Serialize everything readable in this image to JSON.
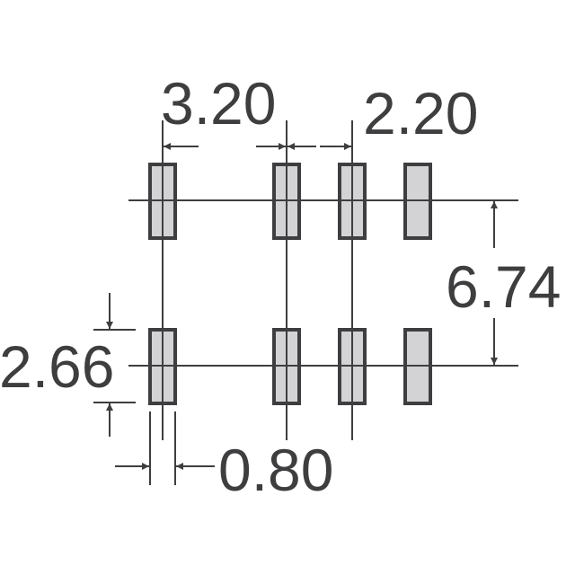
{
  "dimensions": {
    "pitch_wide": "3.20",
    "pitch_narrow": "2.20",
    "row_spacing": "6.74",
    "pad_length": "2.66",
    "pad_width": "0.80"
  },
  "colors": {
    "line": "#3e3e40",
    "pad_fill": "#d3d3d5"
  }
}
